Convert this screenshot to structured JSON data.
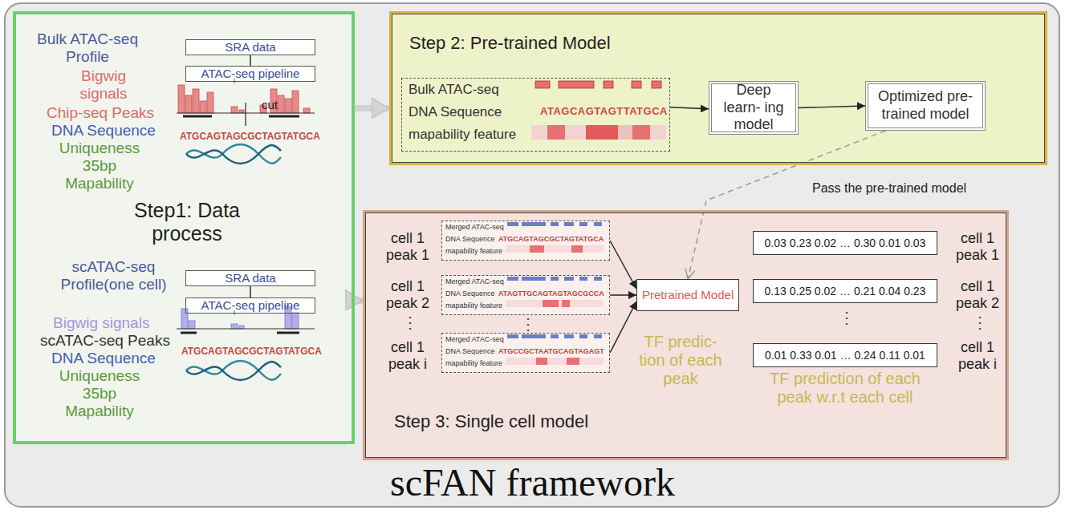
{
  "diagram": {
    "caption": "scFAN framework",
    "nodes": [
      {
        "text": [
          "Step1: Data process"
        ]
      },
      {
        "text": [
          "SRA data"
        ],
        "in": 0
      },
      {
        "text": [
          "ATAC-seq pipeline"
        ],
        "in": 0
      },
      {
        "text": [
          "SRA data"
        ],
        "in": 0
      },
      {
        "text": [
          "ATAC-seq pipeline"
        ],
        "in": 0
      },
      {
        "text": [
          "Step 2: Pre-trained Model"
        ]
      },
      {
        "text": [
          "Bulk ATAC-seq",
          "DNA Sequence",
          "ATAGCAGTAGTTATGCA",
          "mapability feature"
        ],
        "in": 5
      },
      {
        "text": [
          "Deep learn- ing model"
        ],
        "in": 5
      },
      {
        "text": [
          "Optimized pre- trained model"
        ],
        "in": 5
      },
      {
        "text": [
          "Step 3: Single cell model"
        ]
      },
      {
        "text": [
          "Merged ATAC-seq",
          "DNA Sequence",
          "ATGCAGTAGCGCTAGTATGCA",
          "mapability feature"
        ],
        "in": 9
      },
      {
        "text": [
          "Merged ATAC-seq",
          "DNA Sequence",
          "ATAGTTGCAGTAGTAGCGCCA",
          "mapability feature"
        ],
        "in": 9
      },
      {
        "text": [
          "Merged ATAC-seq",
          "DNA Sequence",
          "ATGCCGCTAATGCAGTAGAGT",
          "mapability feature"
        ],
        "in": 9
      },
      {
        "text": [
          "Pretrained Model"
        ],
        "in": 9
      },
      {
        "text": [
          "0.03 0.23 0.02 … 0.30 0.01 0.03"
        ],
        "in": 9
      },
      {
        "text": [
          "0.13 0.25 0.02 … 0.21 0.04 0.23"
        ],
        "in": 9
      },
      {
        "text": [
          "0.01 0.33 0.01 … 0.24 0.11 0.01"
        ],
        "in": 9
      }
    ],
    "edges": [
      {
        "from": 1,
        "to": 2,
        "arrow": "none"
      },
      {
        "from": 3,
        "to": 4,
        "arrow": "none"
      },
      {
        "from": 0,
        "to": 5,
        "arrow": "to"
      },
      {
        "from": 0,
        "to": 9,
        "arrow": "to"
      },
      {
        "from": 6,
        "to": 7,
        "arrow": "to"
      },
      {
        "from": 7,
        "to": 8,
        "arrow": "to"
      },
      {
        "from": 8,
        "to": 13,
        "label": "Pass the pre-trained model",
        "arrow": "to"
      },
      {
        "from": 10,
        "to": 13,
        "arrow": "to"
      },
      {
        "from": 11,
        "to": 13,
        "arrow": "to"
      },
      {
        "from": 12,
        "to": 13,
        "arrow": "to"
      }
    ],
    "labels": [
      "Bulk ATAC-seq Profile",
      "Bigwig signals",
      "Chip-seq Peaks",
      "DNA Sequence",
      "Uniqueness 35bp Mapability",
      "cut",
      "ATGCAGTAGCGCTAGTATGCA",
      "scATAC-seq Profile(one cell)",
      "Bigwig signals",
      "scATAC-seq Peaks",
      "DNA Sequence",
      "Uniqueness 35bp Mapability",
      "ATGCAGTAGCGCTAGTATGCA",
      "cell 1 peak 1",
      "cell 1 peak 2",
      "⋮",
      "cell 1 peak i",
      "⋮",
      "TF predic- tion of each peak",
      "⋮",
      "cell 1 peak 1",
      "cell 1 peak 2",
      "⋮",
      "cell 1 peak i",
      "TF prediction of each peak w.r.t each cell"
    ]
  }
}
